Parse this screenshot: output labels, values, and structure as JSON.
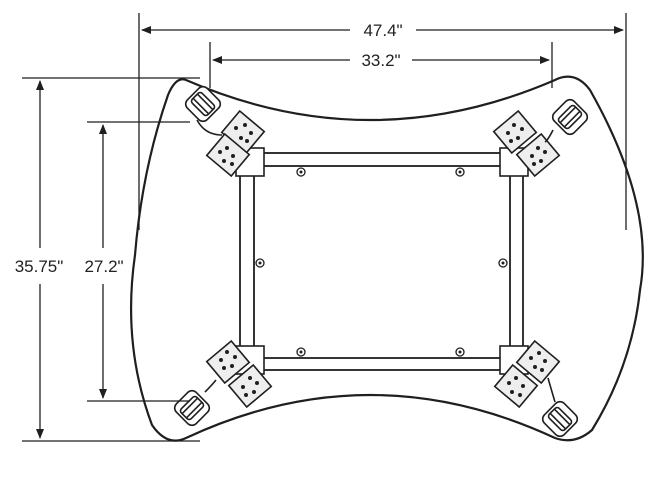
{
  "dimensions": {
    "overall_width": "47.4\"",
    "frame_width": "33.2\"",
    "overall_depth": "35.75\"",
    "frame_depth": "27.2\""
  },
  "colors": {
    "line": "#1f1f1f",
    "plate_fill": "#eeeeee",
    "frame_fill": "#ffffff",
    "background": "#ffffff"
  },
  "icons": [
    "caster-icon",
    "mounting-plate-icon",
    "bolt-icon",
    "dimension-arrow-icon"
  ]
}
